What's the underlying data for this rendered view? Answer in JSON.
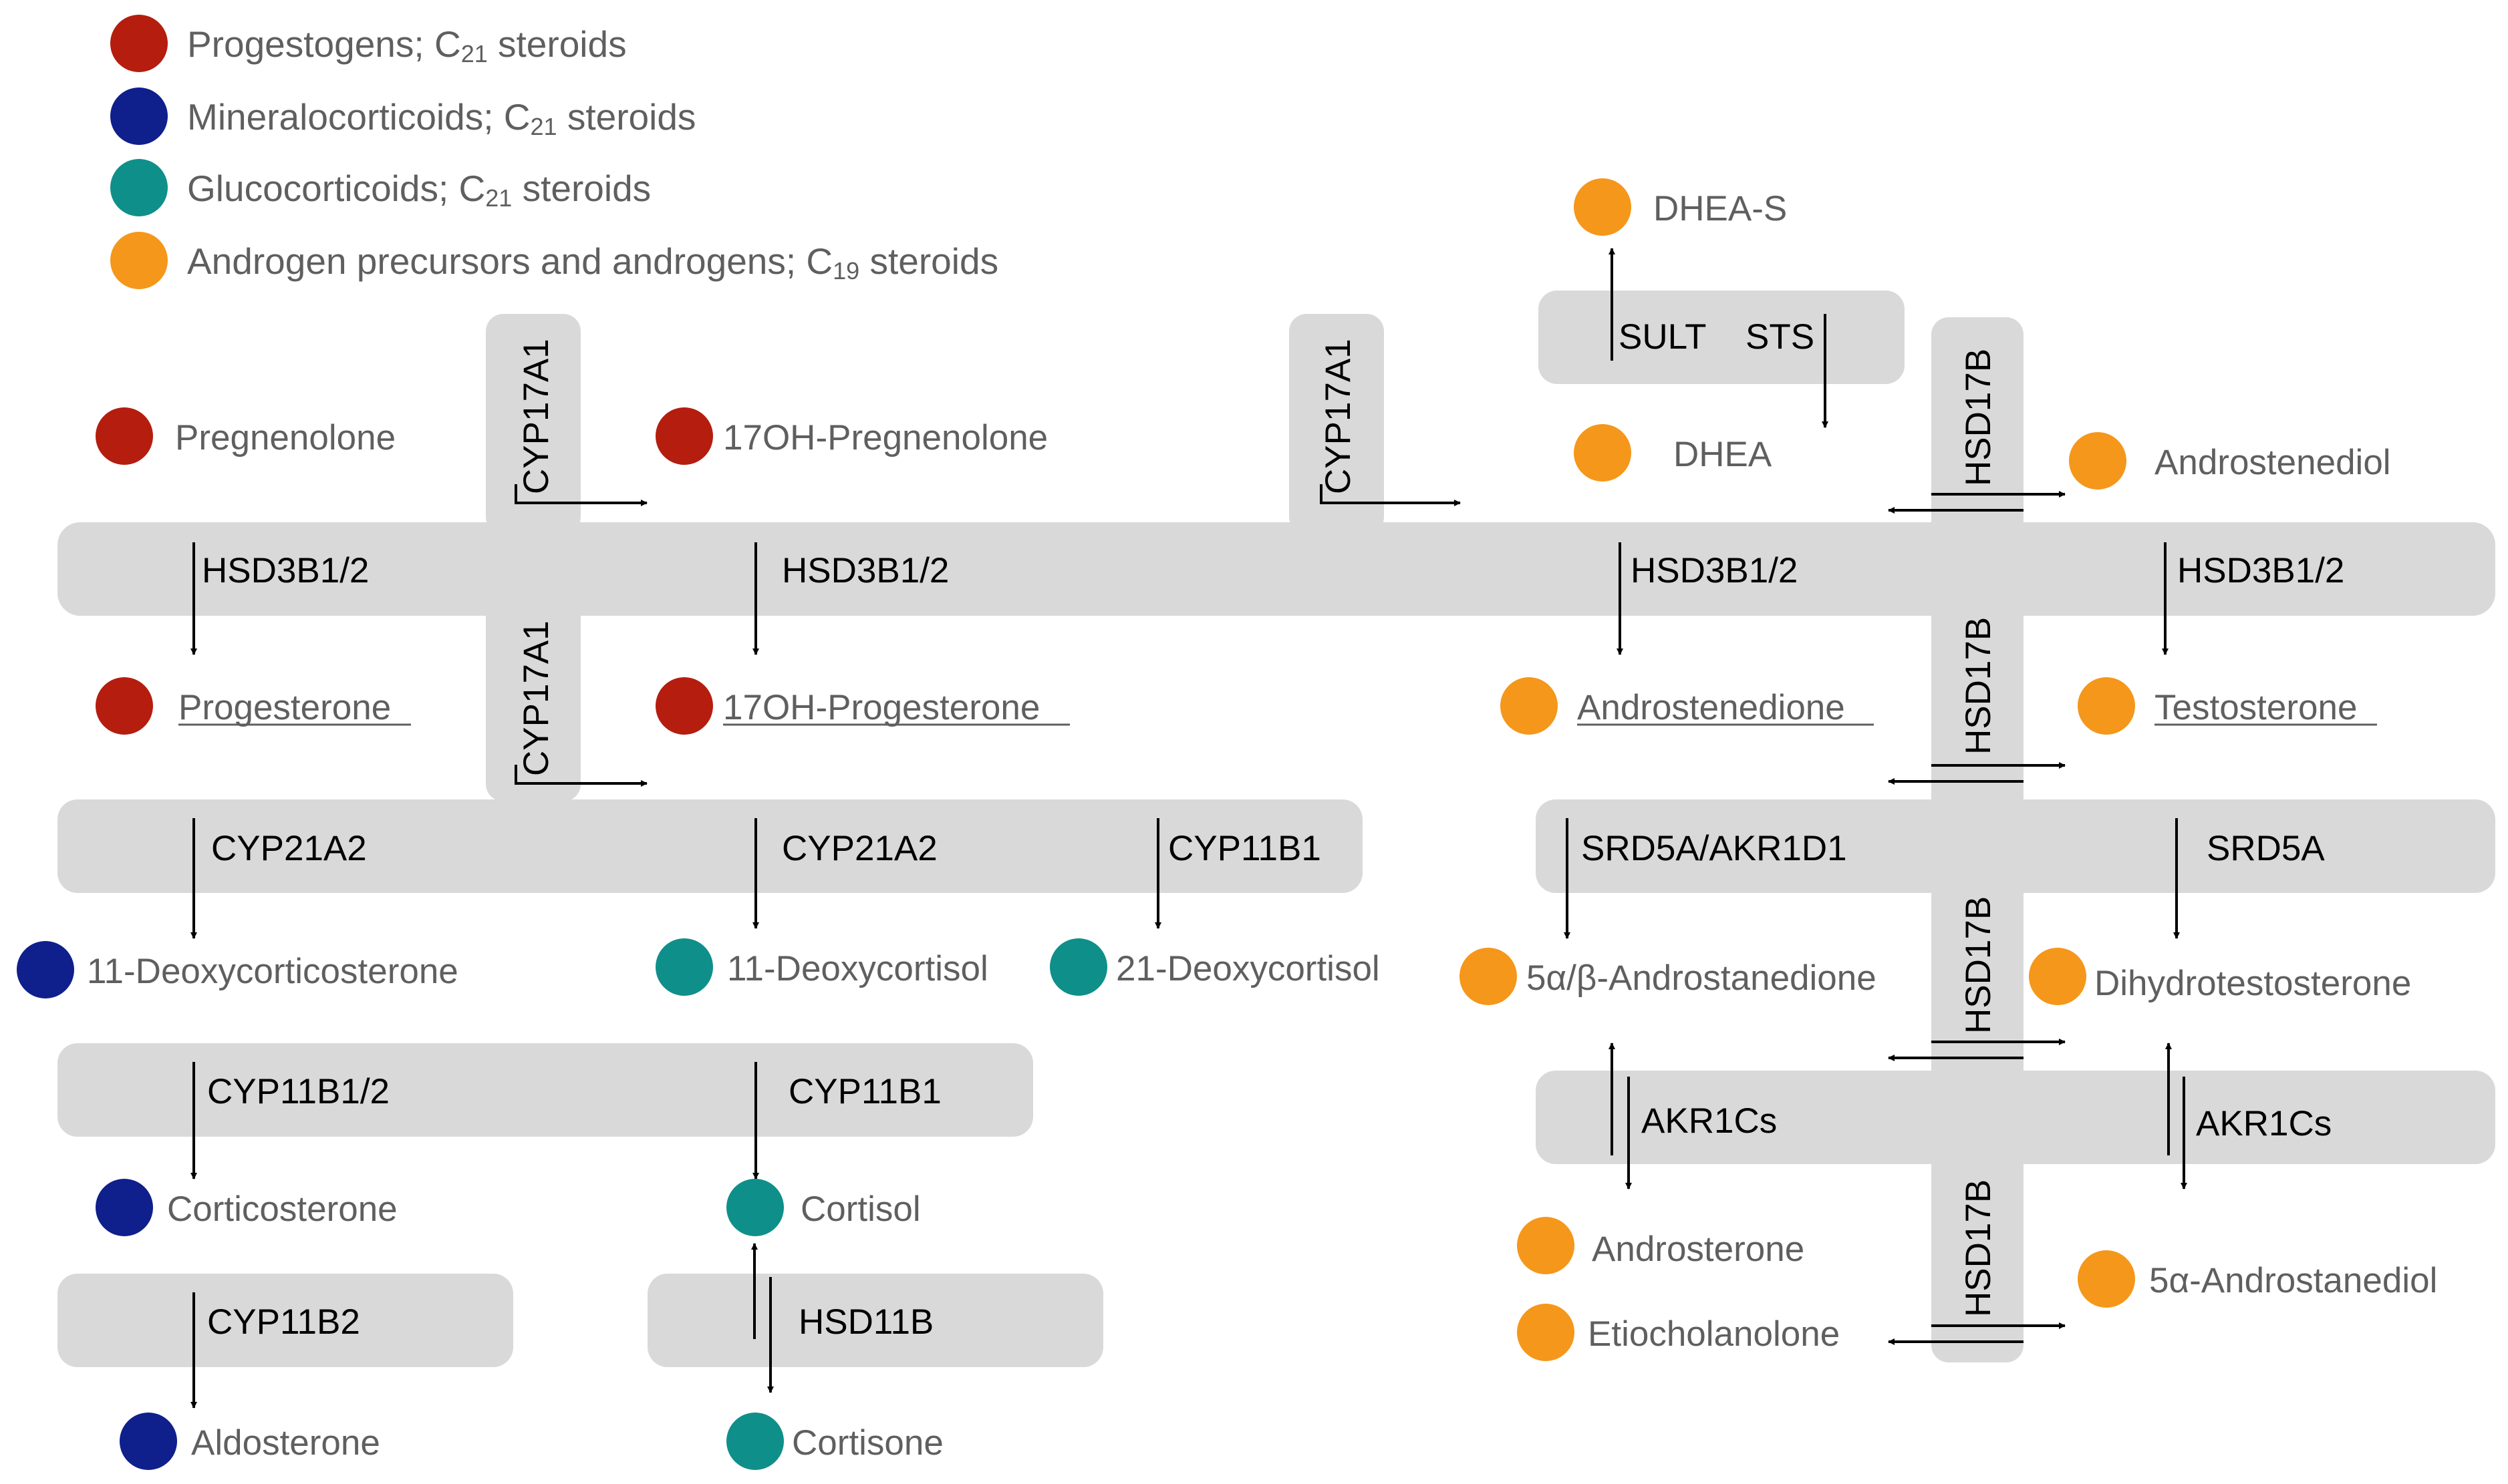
{
  "legend": [
    {
      "label": "Progestogens; C",
      "sub": "21",
      "suffix": " steroids",
      "color": "#b51d0f"
    },
    {
      "label": "Mineralocorticoids; C",
      "sub": "21",
      "suffix": " steroids",
      "color": "#0f1f8c"
    },
    {
      "label": "Glucocorticoids; C",
      "sub": "21",
      "suffix": " steroids",
      "color": "#0f8f8a"
    },
    {
      "label": "Androgen precursors and androgens; C",
      "sub": "19",
      "suffix": " steroids",
      "color": "#f5971a"
    }
  ],
  "steroids": {
    "pregnenolone": "Pregnenolone",
    "oh17_pregnenolone": "17OH-Pregnenolone",
    "progesterone": "Progesterone",
    "oh17_progesterone": "17OH-Progesterone",
    "deoxycorticosterone": "11-Deoxycorticosterone",
    "deoxycortisol11": "11-Deoxycortisol",
    "deoxycortisol21": "21-Deoxycortisol",
    "corticosterone": "Corticosterone",
    "cortisol": "Cortisol",
    "aldosterone": "Aldosterone",
    "cortisone": "Cortisone",
    "dhea_s": "DHEA-S",
    "dhea": "DHEA",
    "androstenediol": "Androstenediol",
    "androstenedione": "Androstenedione",
    "testosterone": "Testosterone",
    "androstanedione": "5α/β-Androstanedione",
    "dihydrotestosterone": "Dihydrotestosterone",
    "androsterone": "Androsterone",
    "etiocholanolone": "Etiocholanolone",
    "androstanediol": "5α-Androstanediol"
  },
  "enzymes": {
    "cyp17a1": "CYP17A1",
    "hsd3b": "HSD3B1/2",
    "cyp21a2": "CYP21A2",
    "cyp11b1": "CYP11B1",
    "cyp11b1_2": "CYP11B1/2",
    "cyp11b2": "CYP11B2",
    "hsd11b": "HSD11B",
    "sult": "SULT",
    "sts": "STS",
    "hsd17b": "HSD17B",
    "srd5a_akr1d1": "SRD5A/AKR1D1",
    "srd5a": "SRD5A",
    "akr1cs": "AKR1Cs"
  }
}
